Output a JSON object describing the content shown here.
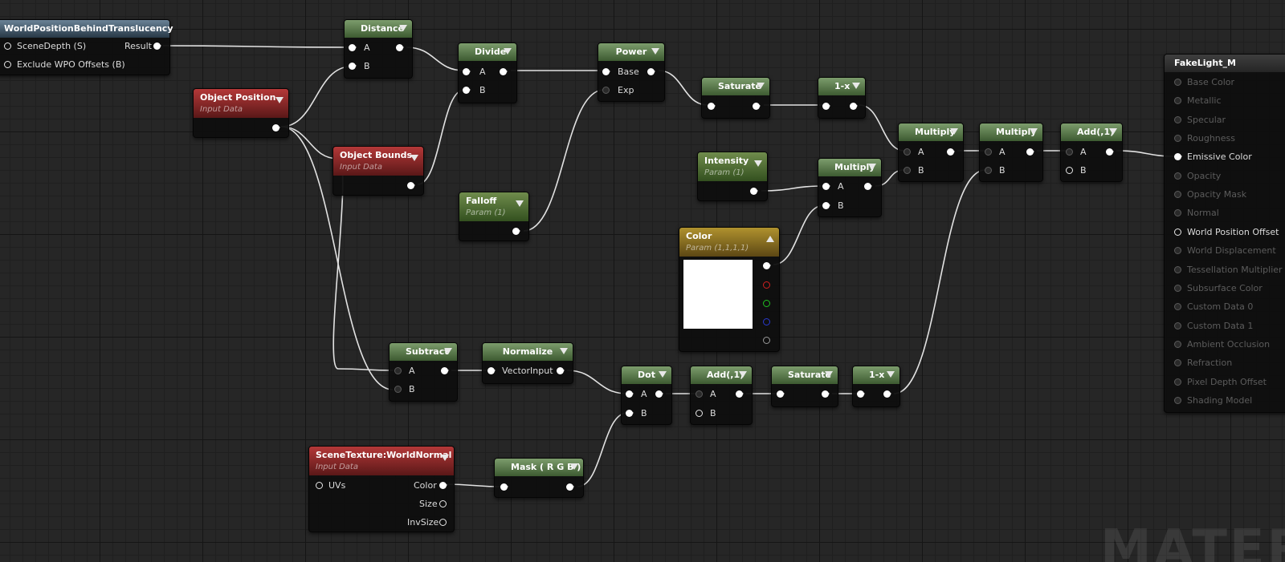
{
  "graph": {
    "watermark": "MATERIAL",
    "nodes": {
      "world_position_behind_translucency": {
        "title": "WorldPositionBehindTranslucency",
        "inputs": [
          "SceneDepth (S)",
          "Exclude WPO Offsets (B)"
        ],
        "output": "Result"
      },
      "object_position": {
        "title": "Object Position",
        "subtitle": "Input Data"
      },
      "object_bounds": {
        "title": "Object Bounds",
        "subtitle": "Input Data"
      },
      "distance": {
        "title": "Distance",
        "inputs": [
          "A",
          "B"
        ]
      },
      "divide": {
        "title": "Divide",
        "inputs": [
          "A",
          "B"
        ]
      },
      "power": {
        "title": "Power",
        "inputs": [
          "Base",
          "Exp"
        ]
      },
      "falloff": {
        "title": "Falloff",
        "subtitle": "Param (1)"
      },
      "saturate_top": {
        "title": "Saturate"
      },
      "one_minus_top": {
        "title": "1-x"
      },
      "intensity": {
        "title": "Intensity",
        "subtitle": "Param (1)"
      },
      "multiply_intensity": {
        "title": "Multiply",
        "inputs": [
          "A",
          "B"
        ]
      },
      "color": {
        "title": "Color",
        "subtitle": "Param (1,1,1,1)",
        "swatch_color": "#ffffff"
      },
      "multiply_a": {
        "title": "Multiply",
        "inputs": [
          "A",
          "B"
        ]
      },
      "multiply_b": {
        "title": "Multiply",
        "inputs": [
          "A",
          "B"
        ]
      },
      "add_top": {
        "title": "Add(,1)",
        "inputs": [
          "A",
          "B"
        ]
      },
      "subtract": {
        "title": "Subtract",
        "inputs": [
          "A",
          "B"
        ]
      },
      "normalize": {
        "title": "Normalize",
        "inputs": [
          "VectorInput"
        ]
      },
      "dot": {
        "title": "Dot",
        "inputs": [
          "A",
          "B"
        ]
      },
      "add_bottom": {
        "title": "Add(,1)",
        "inputs": [
          "A",
          "B"
        ]
      },
      "saturate_bottom": {
        "title": "Saturate"
      },
      "one_minus_bottom": {
        "title": "1-x"
      },
      "scene_texture": {
        "title": "SceneTexture:WorldNormal",
        "subtitle": "Input Data",
        "inputs": [
          "UVs"
        ],
        "outputs": [
          "Color",
          "Size",
          "InvSize"
        ]
      },
      "mask": {
        "title": "Mask ( R G B )"
      }
    },
    "material": {
      "title": "FakeLight_M",
      "inputs": [
        "Base Color",
        "Metallic",
        "Specular",
        "Roughness",
        "Emissive Color",
        "Opacity",
        "Opacity Mask",
        "Normal",
        "World Position Offset",
        "World Displacement",
        "Tessellation Multiplier",
        "Subsurface Color",
        "Custom Data 0",
        "Custom Data 1",
        "Ambient Occlusion",
        "Refraction",
        "Pixel Depth Offset",
        "Shading Model"
      ],
      "active_inputs": [
        "Emissive Color",
        "World Position Offset"
      ]
    },
    "colors": {
      "wire": "#e2e2e2",
      "green_header": "#5a7a4a",
      "red_header": "#8a2222",
      "blue_header": "#4a6478",
      "yellow_header": "#8a7020"
    }
  }
}
